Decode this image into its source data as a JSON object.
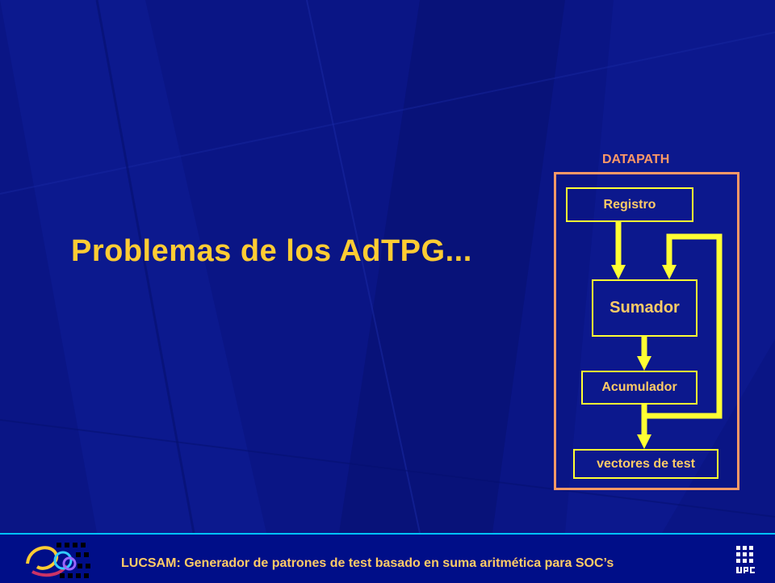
{
  "slide": {
    "title": "Problemas de los AdTPG..."
  },
  "diagram": {
    "label": "DATAPATH",
    "registro": "Registro",
    "sumador": "Sumador",
    "acumulador": "Acumulador",
    "vectores": "vectores de test"
  },
  "footer": {
    "text": "LUCSAM: Generador de patrones de test basado en suma aritmética para SOC’s",
    "left_logo": "lucsam-logo",
    "right_logo": "upc-logo"
  },
  "colors": {
    "background": "#0a1585",
    "title": "#ffcc33",
    "frame": "#ff9966",
    "box_border": "#ffff33",
    "arrows": "#ffff33",
    "footer_border": "#00c2ff"
  }
}
